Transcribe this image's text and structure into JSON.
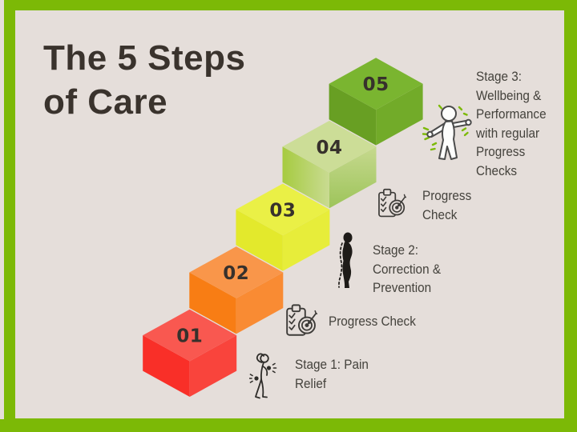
{
  "palette": {
    "frame_green": "#7cb906",
    "panel_beige": "#e5deda",
    "title_ink": "#3a332d",
    "label_gray": "#44423c",
    "number_ink": "#37312c",
    "accent_green": "#7cb906"
  },
  "title": {
    "lines": [
      "The 5 Steps",
      "of Care"
    ]
  },
  "steps": [
    {
      "number": "01",
      "top": "#f95850",
      "left": "#f92f28",
      "right": "#f9443c"
    },
    {
      "number": "02",
      "top": "#f9964a",
      "left": "#f87d14",
      "right": "#f98b33"
    },
    {
      "number": "03",
      "top": "#eaf046",
      "left": "#e3e92c",
      "right": "#e7ed3a"
    },
    {
      "number": "04",
      "top": "#ccdd97",
      "left": "#a6cb40",
      "right": "#c6d98e",
      "left_grad": [
        "#a6cb40",
        "#c9db92"
      ],
      "right_grad": [
        "#c6d98e",
        "#9dc45a"
      ]
    },
    {
      "number": "05",
      "top": "#7ab530",
      "left": "#689f23",
      "right": "#72ab29"
    }
  ],
  "annotations": {
    "stage1": {
      "icon": "pain-person-icon",
      "lines": [
        "Stage 1: Pain",
        "Relief"
      ]
    },
    "progress_check_lower": {
      "icon": "progress-check-icon",
      "lines": [
        "Progress Check"
      ]
    },
    "stage2": {
      "icon": "posture-icon",
      "lines": [
        "Stage 2:",
        "Correction &",
        "Prevention"
      ]
    },
    "progress_check_upper": {
      "icon": "progress-check-icon",
      "lines": [
        "Progress",
        "Check"
      ]
    },
    "stage3": {
      "icon": "celebrating-person-icon",
      "lines": [
        "Stage 3:",
        "Wellbeing &",
        "Performance",
        "with regular",
        "Progress",
        "Checks"
      ]
    }
  }
}
